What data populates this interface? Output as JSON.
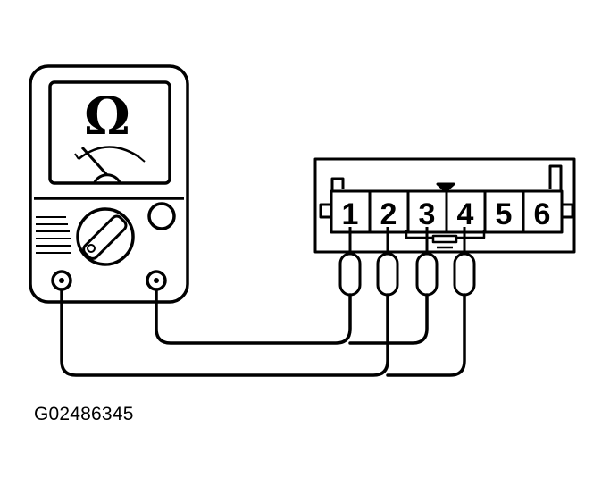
{
  "meter": {
    "unit_symbol": "Ω"
  },
  "connector": {
    "pins": [
      "1",
      "2",
      "3",
      "4",
      "5",
      "6"
    ]
  },
  "figure": {
    "id_text": "G02486345"
  }
}
